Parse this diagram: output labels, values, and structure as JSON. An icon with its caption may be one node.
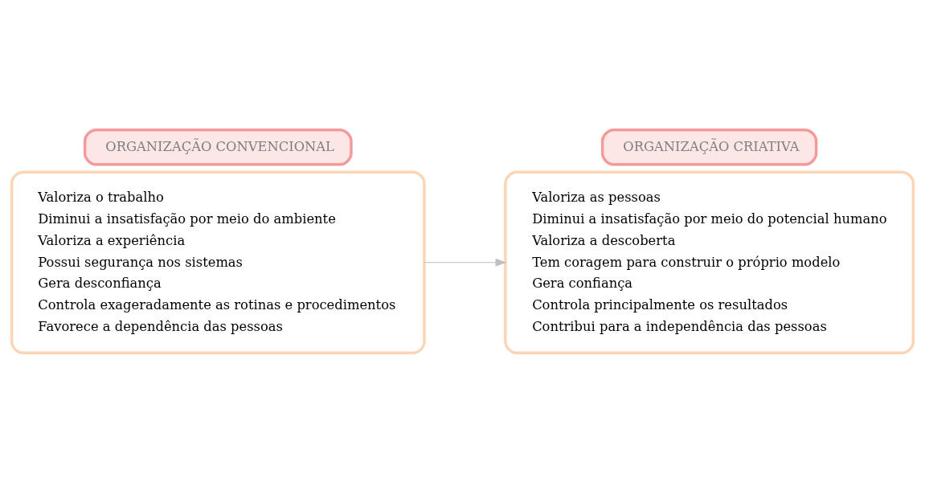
{
  "diagram": {
    "nodes": [
      {
        "text": [
          "ORGANIZAÇÃO CONVENCIONAL"
        ]
      },
      {
        "text": [
          "Valoriza o trabalho",
          "Diminui a insatisfação por meio do ambiente",
          "Valoriza a experiência",
          "Possui segurança nos sistemas",
          "Gera desconfiança",
          "Controla exageradamente as rotinas e procedimentos",
          "Favorece a dependência das pessoas"
        ]
      },
      {
        "text": [
          "ORGANIZAÇÃO CRIATIVA"
        ]
      },
      {
        "text": [
          "Valoriza as pessoas",
          "Diminui a insatisfação por meio do potencial humano",
          "Valoriza a descoberta",
          "Tem coragem para construir o próprio modelo",
          "Gera confiança",
          "Controla principalmente os resultados",
          "Contribui para a independência das pessoas"
        ]
      }
    ],
    "edges": [
      {
        "from": 1,
        "to": 3,
        "arrow": "to",
        "color": "#bfbfbf"
      }
    ]
  }
}
